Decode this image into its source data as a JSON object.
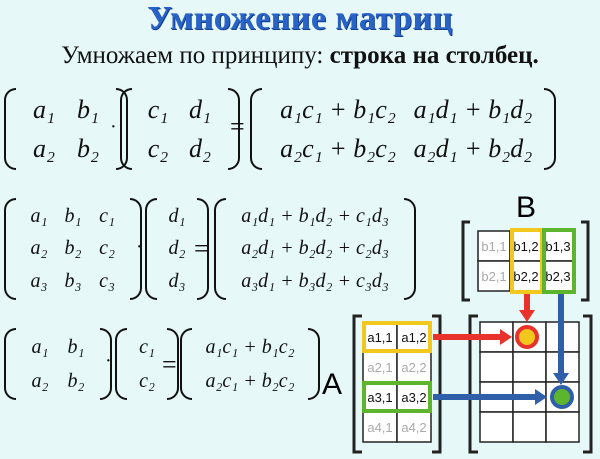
{
  "title": "Умножение матриц",
  "subtitle": {
    "normal": "Умножаем по принципу: ",
    "bold": "строка на столбец."
  },
  "eq1": {
    "A": [
      "a₁",
      "b₁",
      "a₂",
      "b₂"
    ],
    "B": [
      "c₁",
      "d₁",
      "c₂",
      "d₂"
    ],
    "R": [
      "a₁c₁ + b₁c₂",
      "a₁d₁ + b₁d₂",
      "a₂c₁ + b₂c₂",
      "a₂d₁ + b₂d₂"
    ]
  },
  "eq2": {
    "A": [
      "a₁",
      "b₁",
      "c₁",
      "a₂",
      "b₂",
      "c₂",
      "a₃",
      "b₃",
      "c₃"
    ],
    "B": [
      "d₁",
      "d₂",
      "d₃"
    ],
    "R": [
      "a₁d₁ + b₁d₂ + c₁d₃",
      "a₂d₁ + b₂d₂ + c₂d₃",
      "a₃d₁ + b₃d₂ + c₃d₃"
    ]
  },
  "eq3": {
    "A": [
      "a₁",
      "b₁",
      "a₂",
      "b₂"
    ],
    "B": [
      "c₁",
      "c₂"
    ],
    "R": [
      "a₁c₁ + b₁c₂",
      "a₂c₁ + b₂c₂"
    ]
  },
  "symbols": {
    "dot": "·",
    "eq": "="
  },
  "diagram": {
    "labelA": "A",
    "labelB": "B",
    "B": [
      "b1,1",
      "b1,2",
      "b1,3",
      "b2,1",
      "b2,2",
      "b2,3"
    ],
    "A": [
      "a1,1",
      "a1,2",
      "a2,1",
      "a2,2",
      "a3,1",
      "a3,2",
      "a4,1",
      "a4,2"
    ],
    "colors": {
      "yellow": "#f2c81e",
      "green": "#5db52e",
      "red": "#e8322b",
      "blue": "#2f5fa8"
    }
  }
}
